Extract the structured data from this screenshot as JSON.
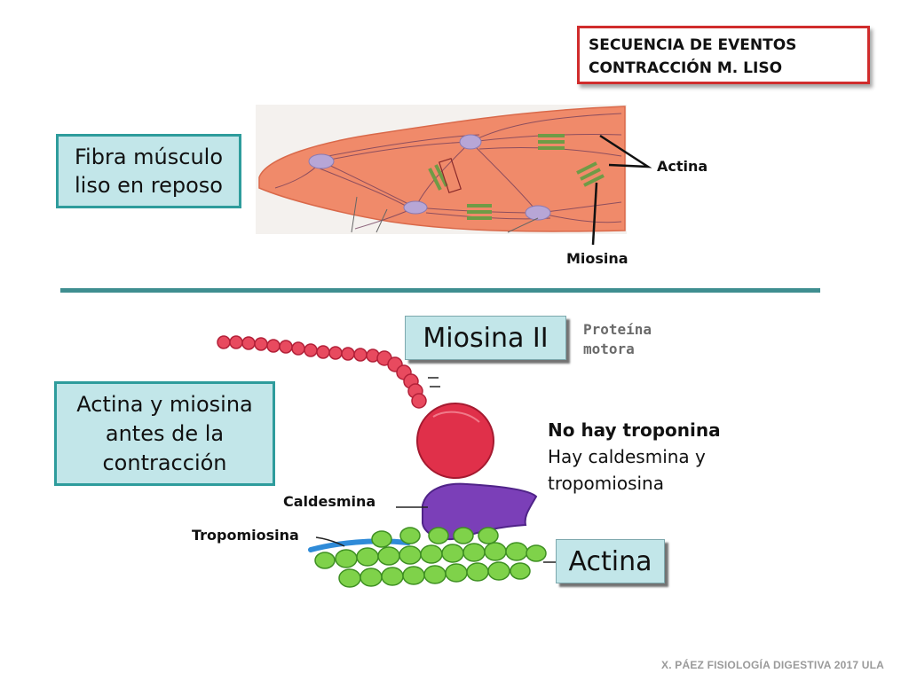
{
  "title_box": {
    "line1": "SECUENCIA DE EVENTOS",
    "line2": "CONTRACCIÓN M. LISO"
  },
  "top_section": {
    "fiber_label": {
      "line1": "Fibra músculo",
      "line2": "liso en reposo"
    },
    "actina_label": "Actina",
    "miosina_label": "Miosina"
  },
  "bottom_section": {
    "state_label": {
      "line1": "Actina y miosina",
      "line2": "antes de la",
      "line3": "contracción"
    },
    "miosina_ii_label": "Miosina II",
    "protein_label": {
      "line1": "Proteína",
      "line2": "motora"
    },
    "no_troponin": "No hay troponina",
    "caldesmin_note": {
      "line1": "Hay caldesmina y",
      "line2": "tropomiosina"
    },
    "caldesmina_label": "Caldesmina",
    "tropomiosina_label": "Tropomiosina",
    "actina_box_label": "Actina"
  },
  "footer": "X. PÁEZ   FISIOLOGÍA DIGESTIVA 2017 ULA",
  "colors": {
    "accent_teal": "#2e9c9c",
    "box_fill": "#c2e6e9",
    "title_border": "#d02c2c",
    "fiber": "#f08a6a",
    "myosin_head": "#e0304a",
    "caldesmin": "#7b3fb8",
    "actin_bead": "#7fd24a",
    "tropomyosin": "#2f8bd8",
    "protein_label_text": "#6a6a6a"
  }
}
